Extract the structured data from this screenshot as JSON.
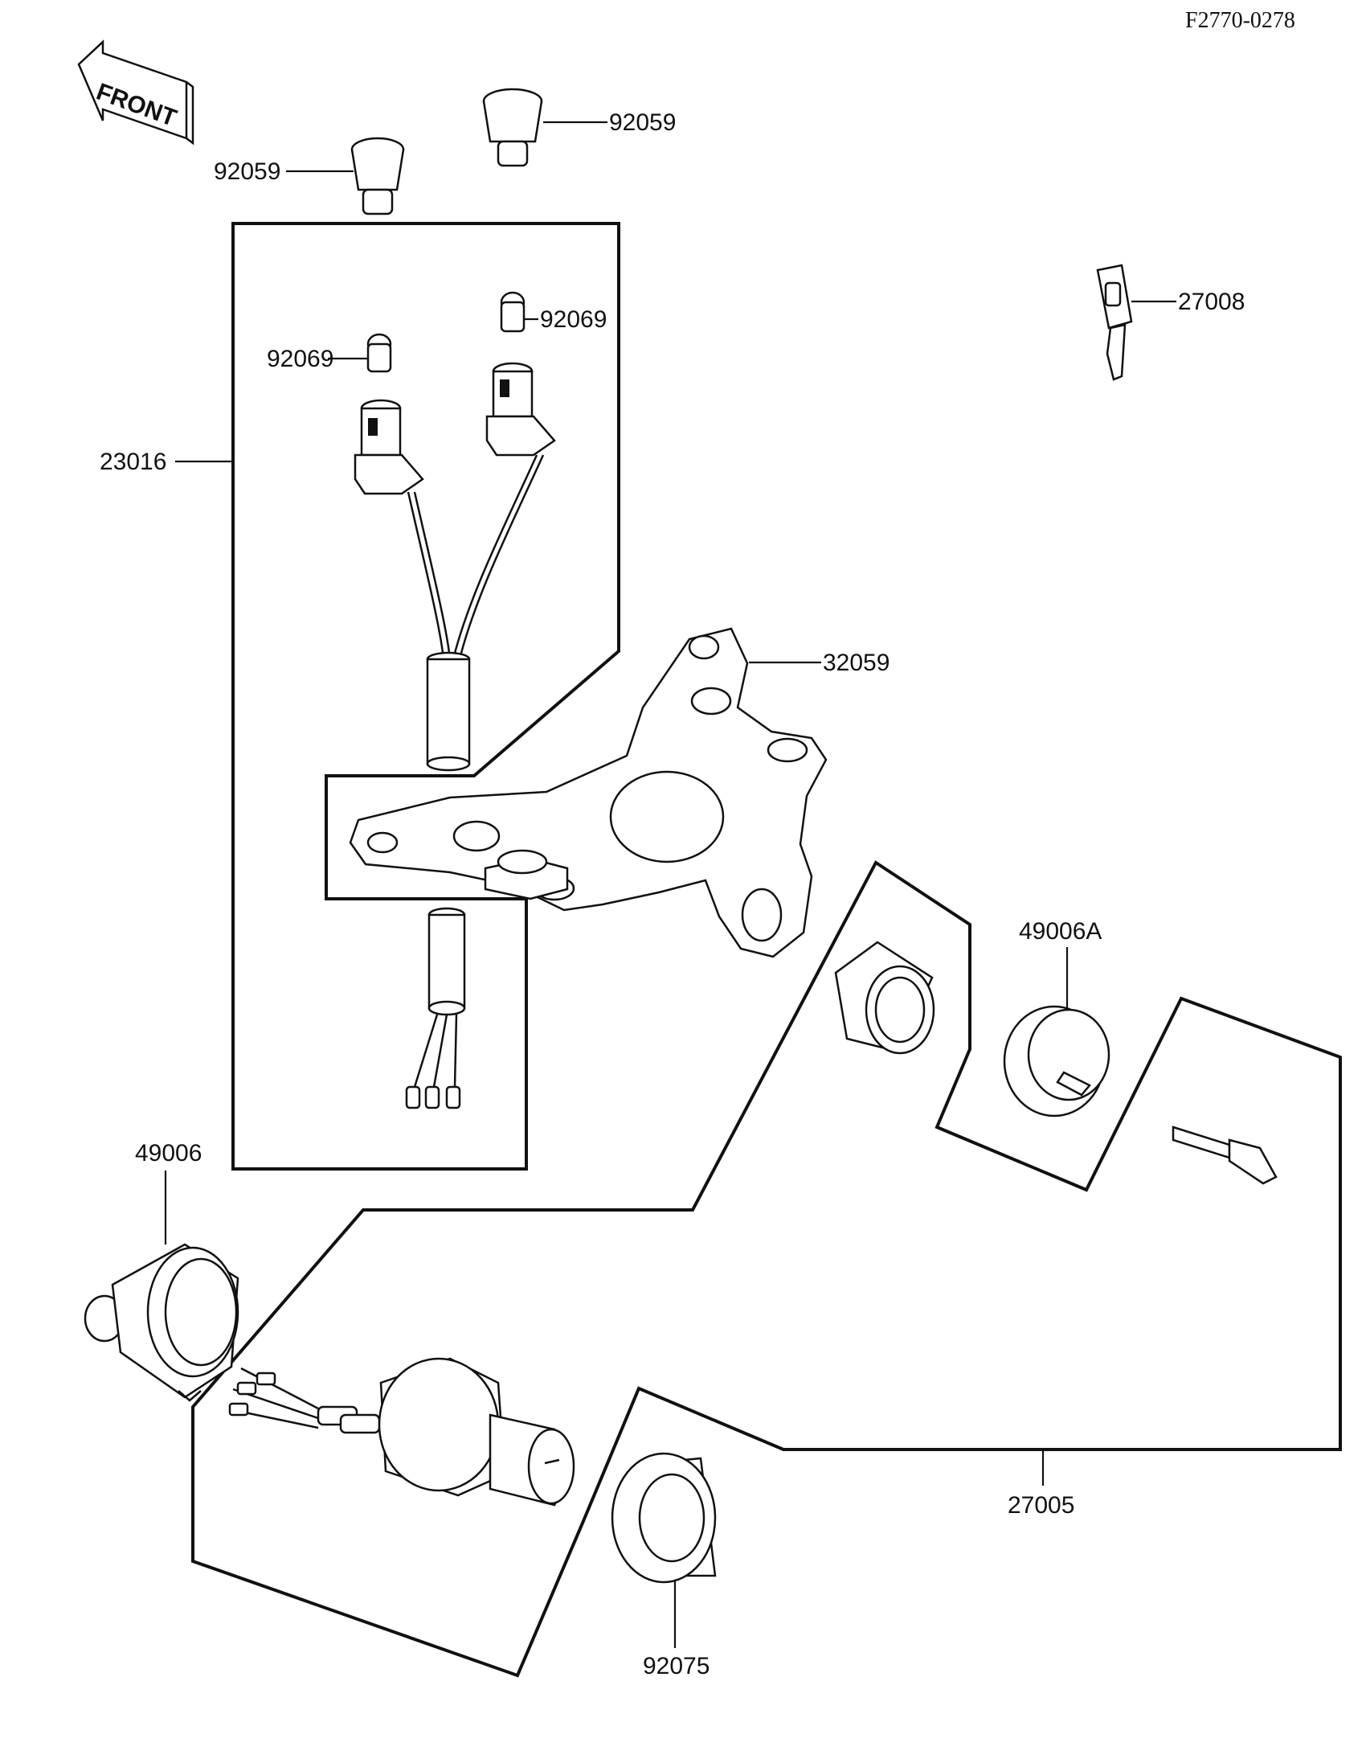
{
  "diagram": {
    "code": "F2770-0278",
    "front_label": "FRONT",
    "parts": {
      "cap_left": "92059",
      "cap_right": "92059",
      "bulb_left": "92069",
      "bulb_right": "92069",
      "lamp_harness": "23016",
      "bracket": "32059",
      "key_spare": "27008",
      "cover_set": "49006A",
      "cover": "49006",
      "switch_set": "27005",
      "ring": "92075"
    }
  }
}
